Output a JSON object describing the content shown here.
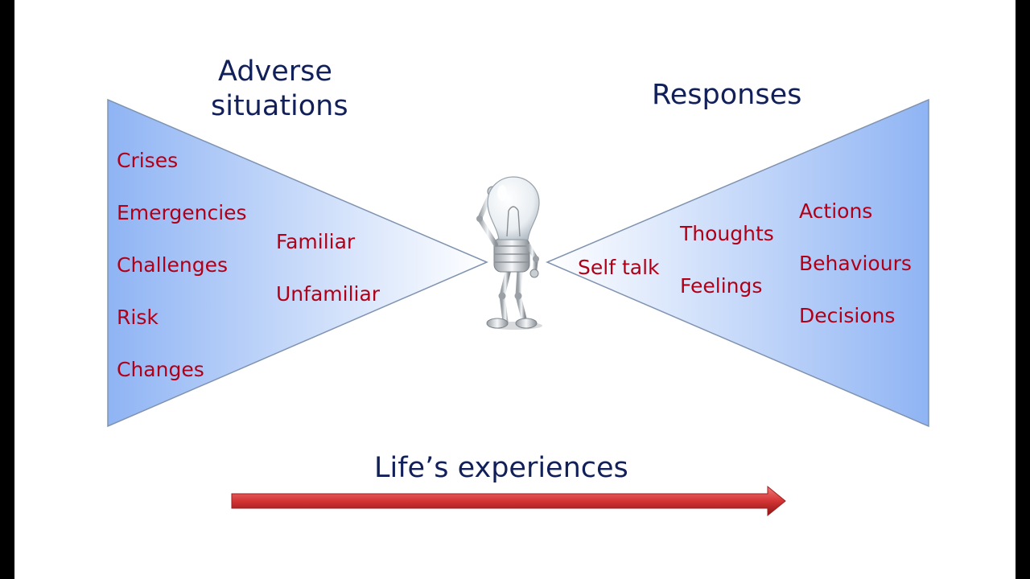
{
  "left_funnel": {
    "heading_line1": "Adverse",
    "heading_line2": "situations",
    "column1": [
      "Crises",
      "Emergencies",
      "Challenges",
      "Risk",
      "Changes"
    ],
    "column2": [
      "Familiar",
      "Unfamiliar"
    ]
  },
  "right_funnel": {
    "heading": "Responses",
    "inner": [
      "Self talk"
    ],
    "middle": [
      "Thoughts",
      "Feelings"
    ],
    "outer": [
      "Actions",
      "Behaviours",
      "Decisions"
    ]
  },
  "timeline": {
    "label": "Life’s experiences"
  },
  "figure": {
    "icon": "lightbulb-character-icon"
  },
  "colors": {
    "heading": "#12205a",
    "item_text": "#b00018",
    "funnel_dark": "#8fb4f4",
    "funnel_light": "#ffffff",
    "arrow": "#d03a3a",
    "frame": "#000000"
  }
}
